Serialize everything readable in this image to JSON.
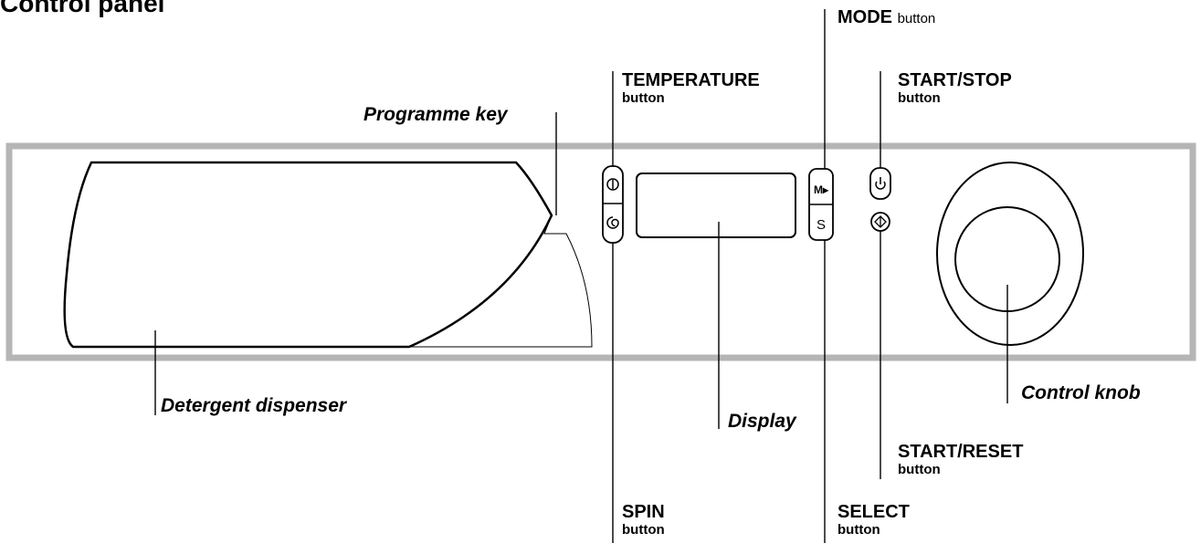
{
  "title": "Control panel",
  "labels": {
    "mode": {
      "name": "MODE",
      "kind": "button"
    },
    "temperature": {
      "name": "TEMPERATURE",
      "kind": "button"
    },
    "start_stop": {
      "name": "START/STOP",
      "kind": "button"
    },
    "programme_key": "Programme key",
    "detergent_dispenser": "Detergent dispenser",
    "display": "Display",
    "control_knob": "Control knob",
    "start_reset": {
      "name": "START/RESET",
      "kind": "button"
    },
    "spin": {
      "name": "SPIN",
      "kind": "button"
    },
    "select": {
      "name": "SELECT",
      "kind": "button"
    }
  },
  "button_glyphs": {
    "mode": "M▸",
    "select": "S"
  },
  "icons": [
    "temperature-icon",
    "spin-icon",
    "power-icon",
    "start-reset-icon"
  ]
}
